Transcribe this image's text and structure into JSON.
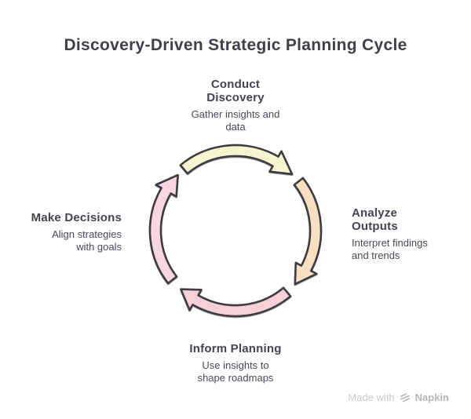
{
  "title": "Discovery-Driven Strategic Planning Cycle",
  "nodes": [
    {
      "id": "conduct-discovery",
      "title": "Conduct\nDiscovery",
      "description": "Gather insights and\ndata",
      "position": "top"
    },
    {
      "id": "analyze-outputs",
      "title": "Analyze\nOutputs",
      "description": "Interpret findings\nand trends",
      "position": "right"
    },
    {
      "id": "inform-planning",
      "title": "Inform Planning",
      "description": "Use insights to\nshape roadmaps",
      "position": "bottom"
    },
    {
      "id": "make-decisions",
      "title": "Make Decisions",
      "description": "Align strategies\nwith goals",
      "position": "left"
    }
  ],
  "arrows": [
    {
      "name": "arrow-conduct-to-analyze",
      "from": "Conduct Discovery",
      "to": "Analyze Outputs",
      "color": "#f6f5cf"
    },
    {
      "name": "arrow-analyze-to-inform",
      "from": "Analyze Outputs",
      "to": "Inform Planning",
      "color": "#f8dfc2"
    },
    {
      "name": "arrow-inform-to-decisions",
      "from": "Inform Planning",
      "to": "Make Decisions",
      "color": "#f7cfd9"
    },
    {
      "name": "arrow-decisions-to-conduct",
      "from": "Make Decisions",
      "to": "Conduct Discovery",
      "color": "#f8d6e2"
    }
  ],
  "colors": {
    "outline": "#3e3c42",
    "title_text": "#413f48",
    "node_title_text": "#454350",
    "node_desc_text": "#4b4954",
    "watermark_text": "#c9c9c9"
  },
  "watermark": {
    "prefix": "Made with",
    "brand": "Napkin"
  }
}
